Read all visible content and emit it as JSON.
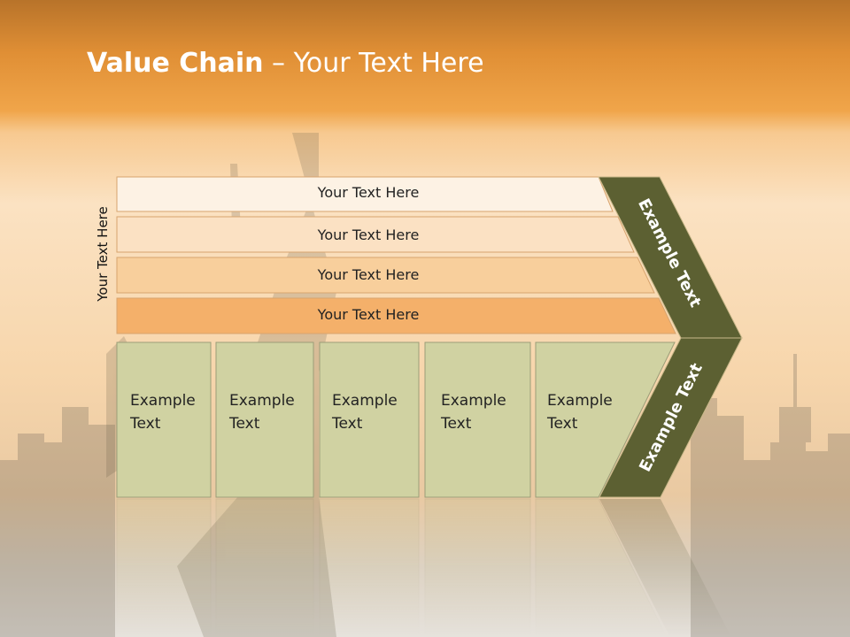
{
  "slide": {
    "title_bold": "Value Chain",
    "title_rest": " – Your Text Here"
  },
  "side_label": "Your Text Here",
  "bars": [
    {
      "label": "Your Text Here",
      "color": "#fdf2e4"
    },
    {
      "label": "Your Text Here",
      "color": "#fbe1c3"
    },
    {
      "label": "Your Text Here",
      "color": "#f8cf9c"
    },
    {
      "label": "Your Text Here",
      "color": "#f4b06a"
    }
  ],
  "boxes": [
    {
      "label": "Example\nText"
    },
    {
      "label": "Example\nText"
    },
    {
      "label": "Example\nText"
    },
    {
      "label": "Example\nText"
    },
    {
      "label": "Example\nText"
    }
  ],
  "chevrons": {
    "top_label": "Example Text",
    "bottom_label": "Example Text",
    "color": "#5c6032"
  },
  "colors": {
    "box_fill": "#d0d2a2",
    "box_stroke": "#9b9d78",
    "title": "#ffffff"
  }
}
